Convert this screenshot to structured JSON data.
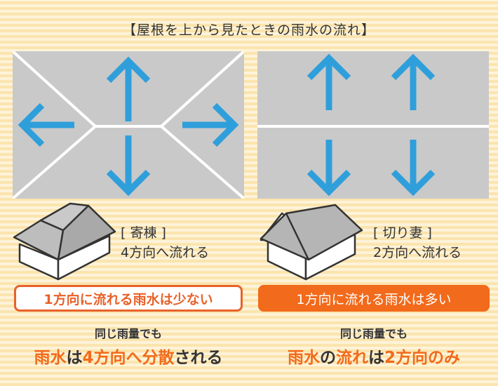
{
  "title": "【屋根を上から見たときの雨水の流れ】",
  "left": {
    "roof_type": "[ 寄棟 ]",
    "flow_text": "4方向へ流れる",
    "box_text": "1方向に流れる雨水は少ない",
    "sub_text": "同じ雨量でも",
    "conclusion": {
      "a": "雨水",
      "b": "は",
      "c": "4方向へ分散",
      "d": "される"
    }
  },
  "right": {
    "roof_type": "[ 切り妻 ]",
    "flow_text": "2方向へ流れる",
    "box_text": "1方向に流れる雨水は多い",
    "sub_text": "同じ雨量でも",
    "conclusion": {
      "a": "雨水",
      "b": "の",
      "c": "流れ",
      "d": "は",
      "e": "2方向のみ"
    }
  },
  "colors": {
    "arrow": "#2f9fdb",
    "accent": "#f26a1b",
    "roof": "#c9c9c9"
  }
}
